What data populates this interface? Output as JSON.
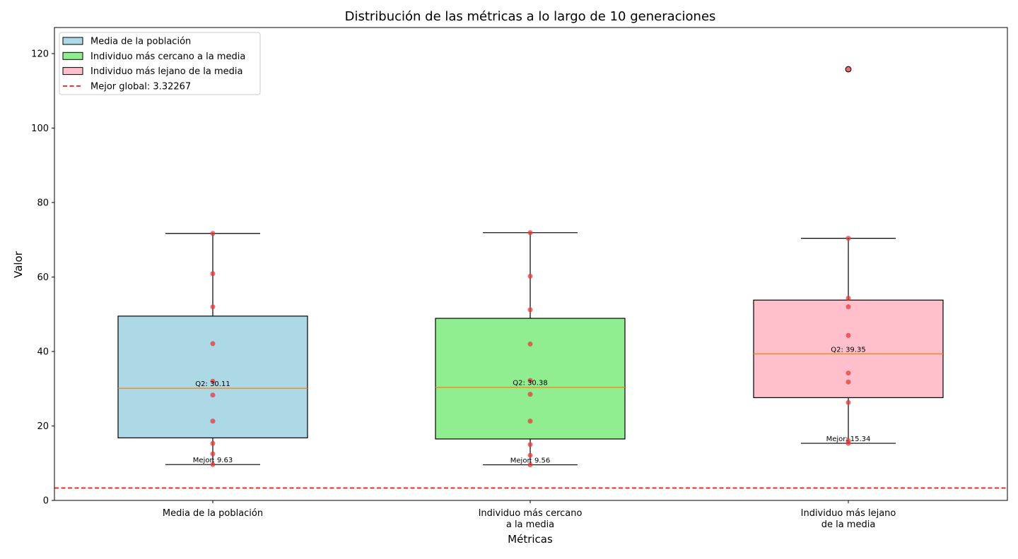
{
  "chart_data": {
    "type": "box",
    "title": "Distribución de las métricas a lo largo de 10 generaciones",
    "xlabel": "Métricas",
    "ylabel": "Valor",
    "ylim": [
      0,
      127
    ],
    "yticks": [
      0,
      20,
      40,
      60,
      80,
      100,
      120
    ],
    "grid": false,
    "legend_position": "top-left",
    "legend": [
      {
        "label": "Media de la población",
        "kind": "patch",
        "color": "#add8e6"
      },
      {
        "label": "Individuo más cercano a la media",
        "kind": "patch",
        "color": "#90ee90"
      },
      {
        "label": "Individuo más lejano de la media",
        "kind": "patch",
        "color": "#ffc0cb"
      },
      {
        "label": "Mejor global: 3.32267",
        "kind": "dashed-line",
        "color": "#ff0000"
      }
    ],
    "reference_line": {
      "value": 3.32267,
      "color": "#ff0000",
      "style": "dashed"
    },
    "median_color": "#ff7f0e",
    "point_color": "#e8383a",
    "boxes": [
      {
        "category_lines": [
          "Media de la población"
        ],
        "color": "#add8e6",
        "q1": 16.8,
        "median": 30.11,
        "q3": 49.5,
        "whisker_low": 9.63,
        "whisker_high": 71.7,
        "points": [
          9.63,
          12.5,
          15.3,
          21.3,
          28.3,
          32.0,
          42.1,
          52.0,
          60.9,
          71.7
        ],
        "outliers": [],
        "median_label": "Q2: 30.11",
        "best_label": "Mejor: 9.63"
      },
      {
        "category_lines": [
          "Individuo más cercano",
          "a la media"
        ],
        "color": "#90ee90",
        "q1": 16.5,
        "median": 30.38,
        "q3": 48.9,
        "whisker_low": 9.56,
        "whisker_high": 71.9,
        "points": [
          9.56,
          12.1,
          15.0,
          21.3,
          28.5,
          32.2,
          42.0,
          51.2,
          60.2,
          71.9
        ],
        "outliers": [],
        "median_label": "Q2: 30.38",
        "best_label": "Mejor: 9.56"
      },
      {
        "category_lines": [
          "Individuo más lejano",
          "de la media"
        ],
        "color": "#ffc0cb",
        "q1": 27.6,
        "median": 39.35,
        "q3": 53.8,
        "whisker_low": 15.34,
        "whisker_high": 70.4,
        "points": [
          15.34,
          16.0,
          26.3,
          31.8,
          34.2,
          44.3,
          52.0,
          54.3,
          70.4,
          115.8
        ],
        "outliers": [
          115.8
        ],
        "median_label": "Q2: 39.35",
        "best_label": "Mejor: 15.34"
      }
    ]
  }
}
